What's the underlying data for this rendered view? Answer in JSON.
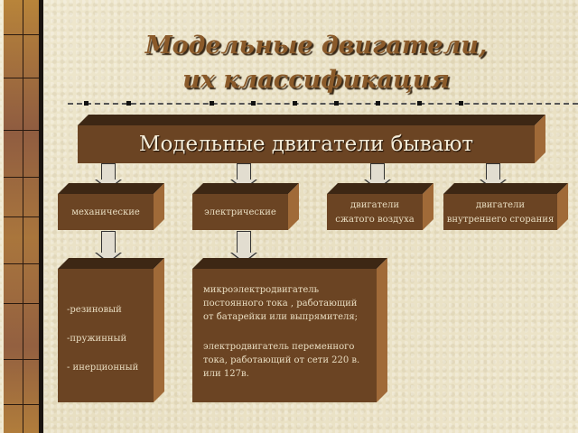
{
  "slide": {
    "title_line1": "Модельные двигатели,",
    "title_line2": "их классификация"
  },
  "root": {
    "label": "Модельные двигатели бывают"
  },
  "categories": [
    {
      "line1": "механические",
      "line2": ""
    },
    {
      "line1": "электрические",
      "line2": ""
    },
    {
      "line1": "двигатели",
      "line2": "сжатого воздуха"
    },
    {
      "line1": "двигатели",
      "line2": "внутреннего сгорания"
    }
  ],
  "details": {
    "mechanical": {
      "items": [
        "-резиновый",
        "-пружинный",
        "- инерционный"
      ]
    },
    "electric": {
      "para1": [
        "микроэлектродвигатель",
        "постоянного тока , работающий",
        "от батарейки или выпрямителя;"
      ],
      "para2": [
        "электродвигатель переменного",
        "тока, работающий от сети 220 в.",
        "или 127в."
      ]
    }
  },
  "colors": {
    "box_front": "#6b4423",
    "box_top": "#3d2714",
    "box_side": "#a06a38",
    "title": "#8a5a2a",
    "background": "#ece4c8"
  }
}
